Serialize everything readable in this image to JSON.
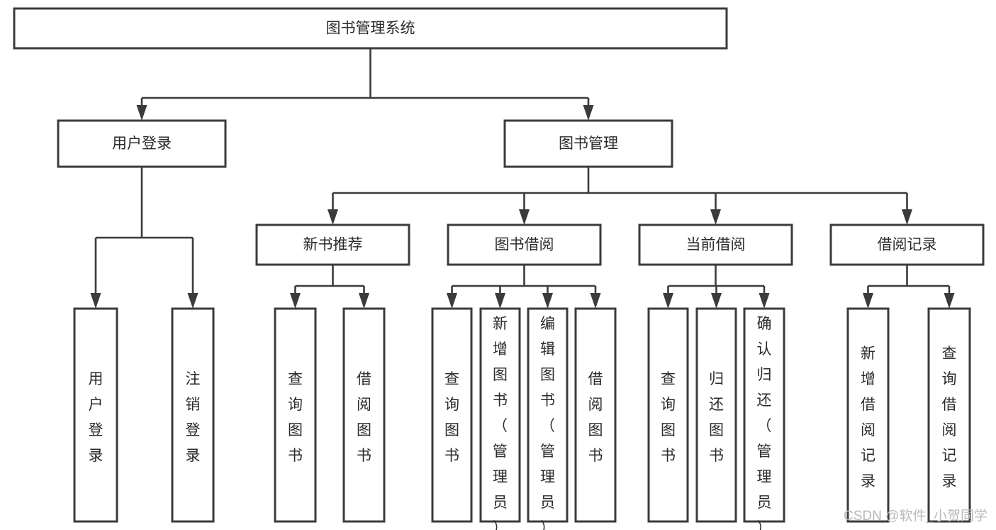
{
  "diagram": {
    "title": "图书管理系统",
    "type": "hierarchy-tree",
    "watermark": "CSDN @软件_小贺同学",
    "colors": {
      "background": "#ffffff",
      "box_border": "#3b3b3b",
      "box_fill": "#ffffff",
      "connector": "#3b3b3b",
      "text": "#2b2b2b",
      "watermark": "#b9b9b9"
    },
    "root": {
      "id": "root",
      "label": "图书管理系统",
      "orientation": "horizontal"
    },
    "level2": [
      {
        "id": "user-login",
        "label": "用户登录",
        "orientation": "horizontal"
      },
      {
        "id": "book-manage",
        "label": "图书管理",
        "orientation": "horizontal"
      }
    ],
    "level3": [
      {
        "id": "new-book-recommend",
        "label": "新书推荐",
        "orientation": "horizontal",
        "parent": "book-manage"
      },
      {
        "id": "book-borrow",
        "label": "图书借阅",
        "orientation": "horizontal",
        "parent": "book-manage"
      },
      {
        "id": "current-borrow",
        "label": "当前借阅",
        "orientation": "horizontal",
        "parent": "book-manage"
      },
      {
        "id": "borrow-record",
        "label": "借阅记录",
        "orientation": "horizontal",
        "parent": "book-manage"
      }
    ],
    "leaves": {
      "user-login": [
        {
          "id": "leaf-user-login",
          "label": "用户登录",
          "orientation": "vertical"
        },
        {
          "id": "leaf-logout",
          "label": "注销登录",
          "orientation": "vertical"
        }
      ],
      "new-book-recommend": [
        {
          "id": "leaf-query-book-1",
          "label": "查询图书",
          "orientation": "vertical"
        },
        {
          "id": "leaf-borrow-book-1",
          "label": "借阅图书",
          "orientation": "vertical"
        }
      ],
      "book-borrow": [
        {
          "id": "leaf-query-book-2",
          "label": "查询图书",
          "orientation": "vertical"
        },
        {
          "id": "leaf-add-book",
          "label": "新增图书（管理员）",
          "orientation": "vertical"
        },
        {
          "id": "leaf-edit-book",
          "label": "编辑图书（管理员）",
          "orientation": "vertical"
        },
        {
          "id": "leaf-borrow-book-2",
          "label": "借阅图书",
          "orientation": "vertical"
        }
      ],
      "current-borrow": [
        {
          "id": "leaf-query-book-3",
          "label": "查询图书",
          "orientation": "vertical"
        },
        {
          "id": "leaf-return-book",
          "label": "归还图书",
          "orientation": "vertical"
        },
        {
          "id": "leaf-confirm-return",
          "label": "确认归还（管理员）",
          "orientation": "vertical"
        }
      ],
      "borrow-record": [
        {
          "id": "leaf-add-record",
          "label": "新增借阅记录",
          "orientation": "vertical"
        },
        {
          "id": "leaf-query-record",
          "label": "查询借阅记录",
          "orientation": "vertical"
        }
      ]
    }
  }
}
